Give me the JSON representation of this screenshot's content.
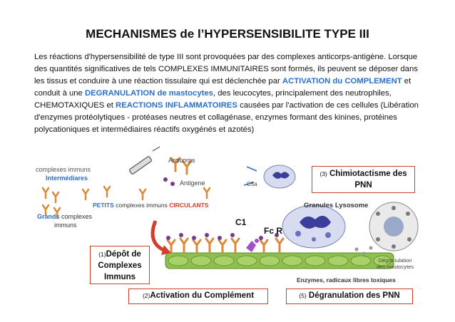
{
  "title": "MECHANISMES de l’HYPERSENSIBILITE TYPE III",
  "paragraph": {
    "p1": "Les réactions d'hypersensibilité de type III sont provoquées par des complexes anticorps-antigène. Lorsque des quantités significatives de tels COMPLEXES IMMUNITAIRES sont formés, ils peuvent se déposer dans les tissus et conduire à une réaction tissulaire qui est déclenchée par ",
    "h1": "ACTIVATION du COMPLEMENT",
    "p2": " et conduit à une ",
    "h2": "DEGRANULATION de mastocytes",
    "p3": ", des leucocytes, principalement des neutrophiles, CHEMOTAXIQUES et ",
    "h3": "REACTIONS INFLAMMATOIRES",
    "p4": " causées par l'activation de ces cellules (Libération d'enzymes protéolytiques - protéases neutres et collagénase, enzymes formant des kinines, protéines polycationiques et intermédiaires réactifs oxygénés et azotés)"
  },
  "diagram": {
    "complexes_immuns": "complexes immuns",
    "intermediaires": "Intermédiares",
    "anticorps": "Anticorps",
    "antigene": "Antigene",
    "c5a": "C5a",
    "petits": "PETITS",
    "petits_rest": " complexes immuns ",
    "circulants": "CIRCULANTS",
    "grands": "Grands",
    "grands_rest": "  complexes",
    "immuns": "immuns",
    "c1": "C1",
    "fc_r": "Fc  R",
    "granules": "Granules Lysosome",
    "degranulation_1": "Dégranulation",
    "degranulation_2": "des mastocytes",
    "enzymes": "Enzymes, radicaux libres toxiques",
    "step1_num": "(1)",
    "step1_a": "Dépôt de",
    "step1_b": "Complexes",
    "step1_c": "Immuns",
    "step2_num": "(2)",
    "step2": "Activation du Complément",
    "step3_num": "(3)",
    "step3_a": " Chimiotactisme des",
    "step3_b": "PNN",
    "step5_num": "(5)",
    "step5": " Dégranulation des PNN"
  },
  "colors": {
    "accent_blue": "#2a6fc9",
    "box_border": "#d0402a",
    "arrow_red": "#d0402a",
    "tissue_green": "#7cae3e"
  }
}
